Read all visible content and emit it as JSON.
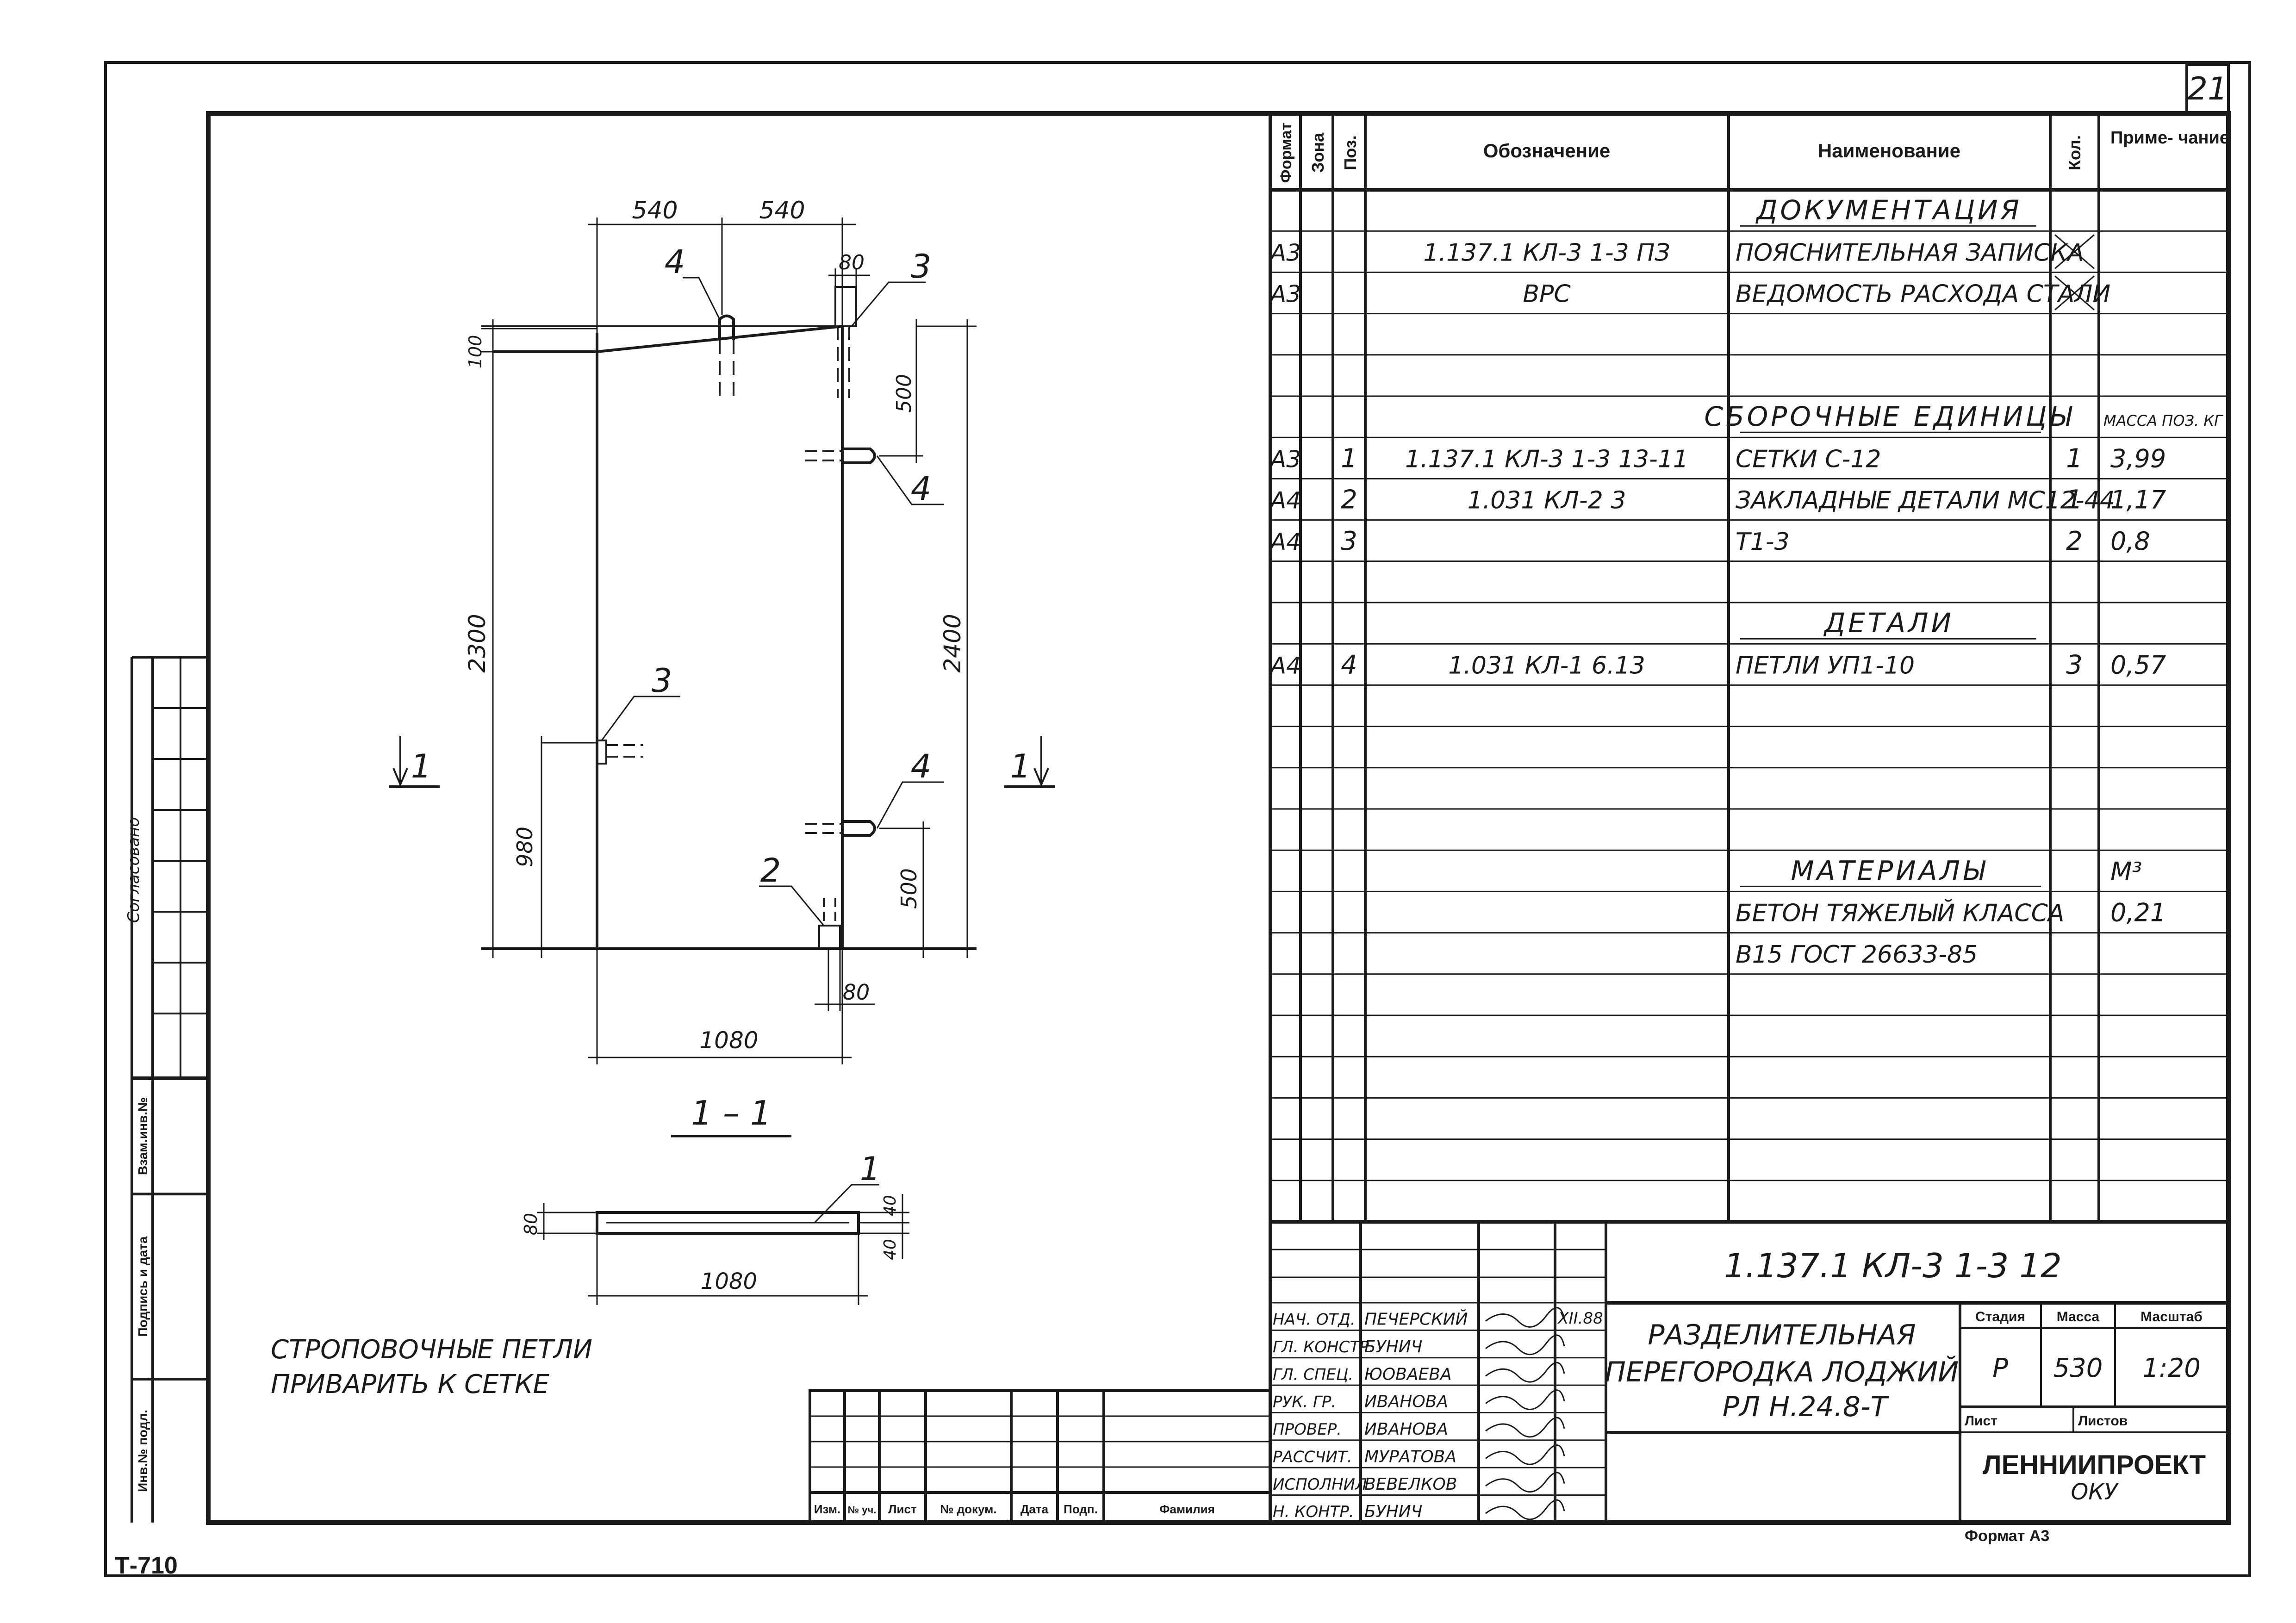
{
  "sheet": {
    "number": "21",
    "code": "Т-710",
    "format": "Формат А3"
  },
  "left_stamp": {
    "agreed": "Согласовано",
    "inv_no_orig": "Инв.№ подл.",
    "sign_date": "Подпись и дата",
    "inv_no_repl": "Взам.инв.№"
  },
  "spec": {
    "headers": {
      "format": "Формат",
      "zone": "Зона",
      "pos": "Поз.",
      "designation": "Обозначение",
      "name": "Наименование",
      "qty": "Кол.",
      "note": "Приме- чание"
    },
    "rows": [
      {
        "format": "",
        "pos": "",
        "designation": "",
        "name": "ДОКУМЕНТАЦИЯ",
        "qty": "",
        "note": "",
        "section": true
      },
      {
        "format": "А3",
        "pos": "",
        "designation": "1.137.1 КЛ-3 1-3 ПЗ",
        "name": "ПОЯСНИТЕЛЬНАЯ ЗАПИСКА",
        "qty": "",
        "note": "",
        "crossed": true
      },
      {
        "format": "А3",
        "pos": "",
        "designation": "ВРС",
        "name": "ВЕДОМОСТЬ РАСХОДА СТАЛИ",
        "qty": "",
        "note": "",
        "crossed": true
      },
      {
        "format": "",
        "pos": "",
        "designation": "",
        "name": "",
        "qty": "",
        "note": ""
      },
      {
        "format": "",
        "pos": "",
        "designation": "",
        "name": "",
        "qty": "",
        "note": ""
      },
      {
        "format": "",
        "pos": "",
        "designation": "",
        "name": "СБОРОЧНЫЕ ЕДИНИЦЫ",
        "qty": "",
        "note": "МАССА ПОЗ. КГ",
        "section": true
      },
      {
        "format": "А3",
        "pos": "1",
        "designation": "1.137.1 КЛ-3 1-3 13-11",
        "name": "СЕТКИ С-12",
        "qty": "1",
        "note": "3,99"
      },
      {
        "format": "А4",
        "pos": "2",
        "designation": "1.031 КЛ-2 3",
        "name": "ЗАКЛАДНЫЕ ДЕТАЛИ МС12-44",
        "qty": "1",
        "note": "1,17"
      },
      {
        "format": "А4",
        "pos": "3",
        "designation": "",
        "name": "Т1-3",
        "qty": "2",
        "note": "0,8"
      },
      {
        "format": "",
        "pos": "",
        "designation": "",
        "name": "",
        "qty": "",
        "note": ""
      },
      {
        "format": "",
        "pos": "",
        "designation": "",
        "name": "ДЕТАЛИ",
        "qty": "",
        "note": "",
        "section": true
      },
      {
        "format": "А4",
        "pos": "4",
        "designation": "1.031 КЛ-1 6.13",
        "name": "ПЕТЛИ УП1-10",
        "qty": "3",
        "note": "0,57"
      },
      {
        "format": "",
        "pos": "",
        "designation": "",
        "name": "",
        "qty": "",
        "note": ""
      },
      {
        "format": "",
        "pos": "",
        "designation": "",
        "name": "",
        "qty": "",
        "note": ""
      },
      {
        "format": "",
        "pos": "",
        "designation": "",
        "name": "",
        "qty": "",
        "note": ""
      },
      {
        "format": "",
        "pos": "",
        "designation": "",
        "name": "",
        "qty": "",
        "note": ""
      },
      {
        "format": "",
        "pos": "",
        "designation": "",
        "name": "МАТЕРИАЛЫ",
        "qty": "",
        "note": "М³",
        "section": true
      },
      {
        "format": "",
        "pos": "",
        "designation": "",
        "name": "БЕТОН ТЯЖЕЛЫЙ КЛАССА",
        "qty": "",
        "note": "0,21"
      },
      {
        "format": "",
        "pos": "",
        "designation": "",
        "name": "В15 ГОСТ 26633-85",
        "qty": "",
        "note": ""
      },
      {
        "format": "",
        "pos": "",
        "designation": "",
        "name": "",
        "qty": "",
        "note": ""
      },
      {
        "format": "",
        "pos": "",
        "designation": "",
        "name": "",
        "qty": "",
        "note": ""
      },
      {
        "format": "",
        "pos": "",
        "designation": "",
        "name": "",
        "qty": "",
        "note": ""
      },
      {
        "format": "",
        "pos": "",
        "designation": "",
        "name": "",
        "qty": "",
        "note": ""
      },
      {
        "format": "",
        "pos": "",
        "designation": "",
        "name": "",
        "qty": "",
        "note": ""
      },
      {
        "format": "",
        "pos": "",
        "designation": "",
        "name": "",
        "qty": "",
        "note": ""
      }
    ]
  },
  "drawing": {
    "dims": {
      "top_left": "540",
      "top_right": "540",
      "top_80": "80",
      "left_100": "100",
      "right_500_top": "500",
      "left_2300": "2300",
      "right_2400": "2400",
      "left_980": "980",
      "right_500_bottom": "500",
      "bottom_80": "80",
      "width": "1080"
    },
    "callouts": {
      "loop_top": "4",
      "embed_top": "3",
      "loop_right_top": "4",
      "embed_left": "3",
      "loop_right_bottom": "4",
      "embed_bottom": "2"
    },
    "cut_mark": "1",
    "section": {
      "title": "1 – 1",
      "callout": "1",
      "dim_80": "80",
      "dim_40_top": "40",
      "dim_40_bottom": "40",
      "dim_width": "1080"
    },
    "note_line1": "СТРОПОВОЧНЫЕ ПЕТЛИ",
    "note_line2": "ПРИВАРИТЬ К СЕТКЕ"
  },
  "titleblock": {
    "doc_code": "1.137.1 КЛ-3 1-3 12",
    "title_line1": "РАЗДЕЛИТЕЛЬНАЯ",
    "title_line2": "ПЕРЕГОРОДКА ЛОДЖИЙ",
    "title_line3": "РЛ Н.24.8-Т",
    "stage_label": "Стадия",
    "mass_label": "Масса",
    "scale_label": "Масштаб",
    "stage": "Р",
    "mass": "530",
    "scale": "1:20",
    "sheet_label": "Лист",
    "sheets_label": "Листов",
    "org": "ЛЕННИИПРОЕКТ",
    "org_sub": "ОКУ",
    "date": "XII.88",
    "change_headers": [
      "Изм.",
      "№ уч.",
      "Лист",
      "№ докум.",
      "Дата",
      "Подп.",
      "Фамилия"
    ],
    "signatures": [
      {
        "role": "НАЧ. ОТД.",
        "name": "ПЕЧЕРСКИЙ"
      },
      {
        "role": "ГЛ. КОНСТР.",
        "name": "БУНИЧ"
      },
      {
        "role": "ГЛ. СПЕЦ.",
        "name": "ЮОВАЕВА"
      },
      {
        "role": "РУК. ГР.",
        "name": "ИВАНОВА"
      },
      {
        "role": "ПРОВЕР.",
        "name": "ИВАНОВА"
      },
      {
        "role": "РАССЧИТ.",
        "name": "МУРАТОВА"
      },
      {
        "role": "ИСПОЛНИЛ",
        "name": "ВЕВЕЛКОВ"
      },
      {
        "role": "Н. КОНТР.",
        "name": "БУНИЧ"
      }
    ]
  }
}
